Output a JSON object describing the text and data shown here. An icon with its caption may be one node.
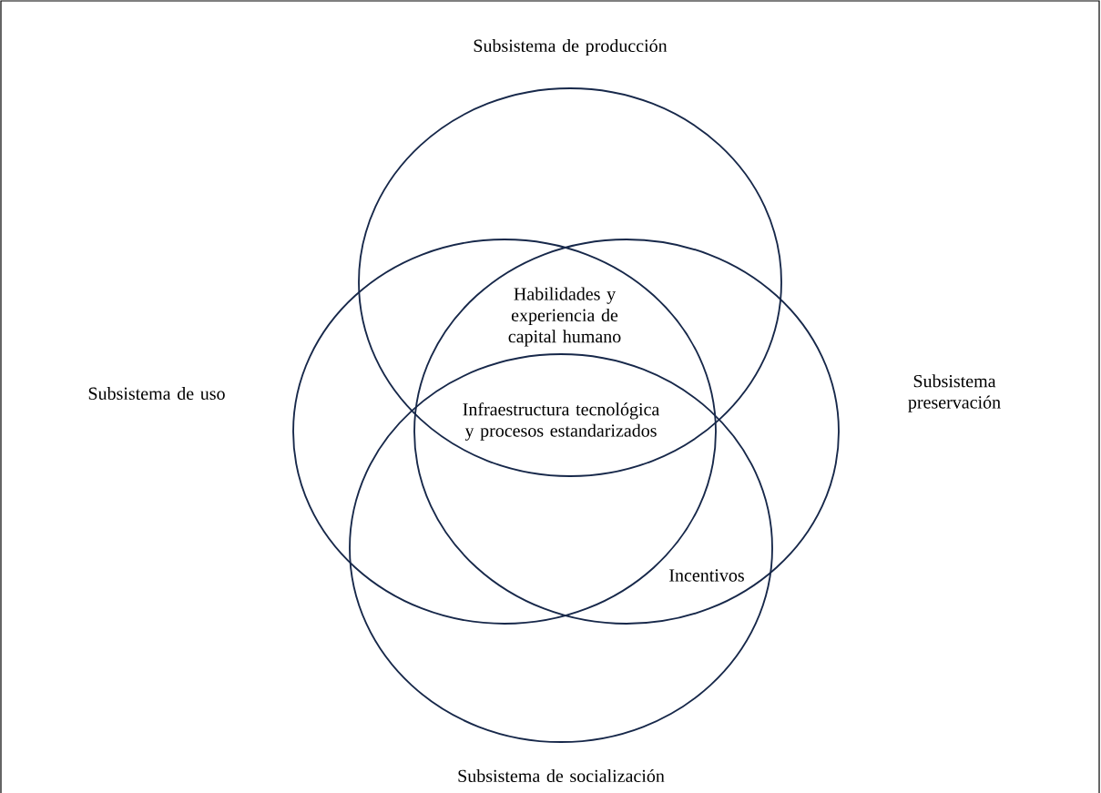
{
  "diagram": {
    "nodes": [
      {
        "text": [
          "Subsistema de producción"
        ]
      },
      {
        "text": [
          "Subsistema de uso"
        ]
      },
      {
        "text": [
          "Subsistema preservación"
        ]
      },
      {
        "text": [
          "Subsistema de socialización"
        ]
      }
    ],
    "labels": [
      "Habilidades y experiencia de capital humano",
      "Infraestructura tecnológica y procesos estandarizados",
      "Incentivos"
    ]
  }
}
